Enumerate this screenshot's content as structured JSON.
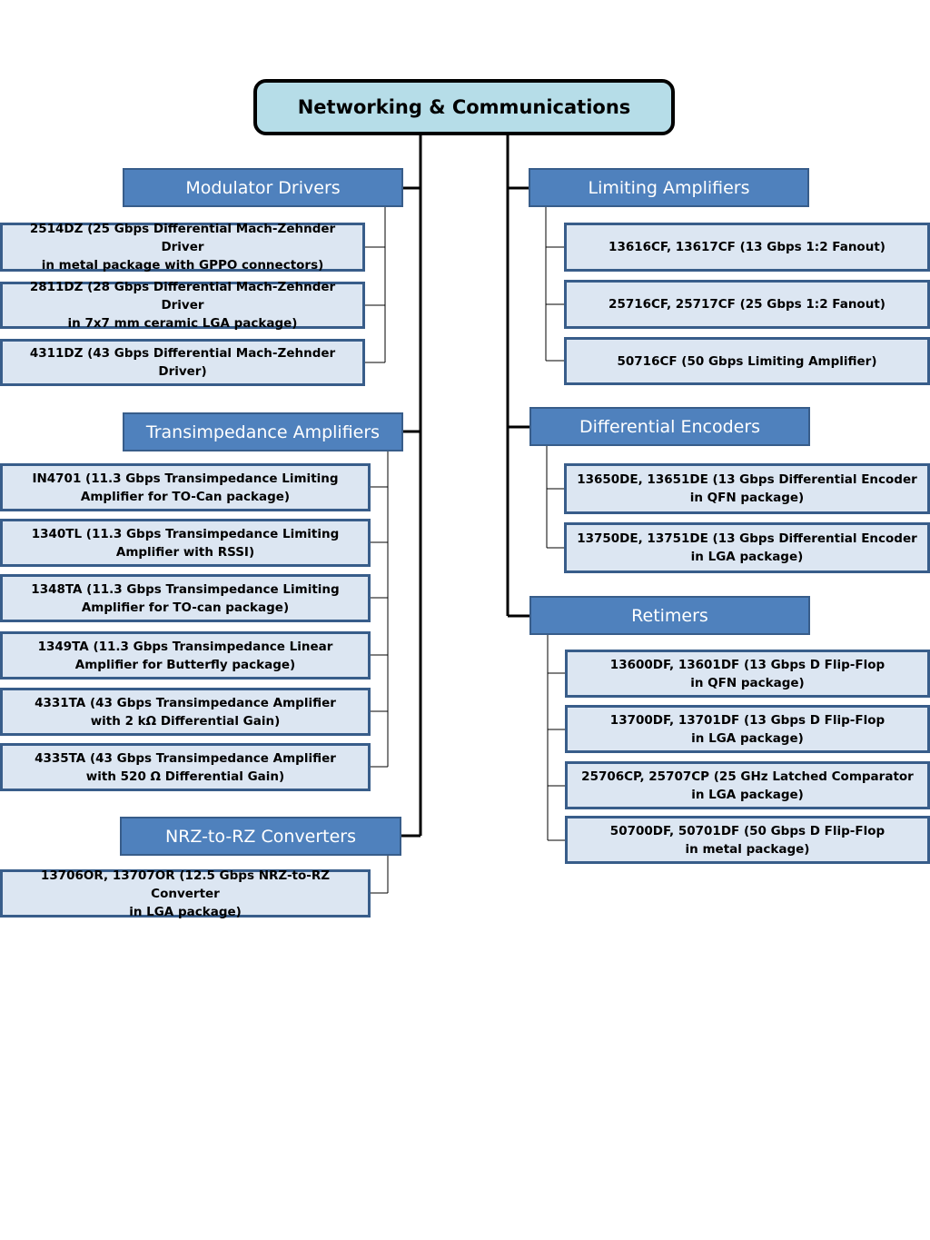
{
  "root": {
    "title": "Networking & Communications"
  },
  "left": [
    {
      "category": "Modulator Drivers",
      "items": [
        "2514DZ (25 Gbps Differential Mach-Zehnder Driver\nin metal package with GPPO connectors)",
        "2811DZ (28 Gbps Differential Mach-Zehnder Driver\nin 7x7 mm ceramic LGA package)",
        "4311DZ (43 Gbps Differential Mach-Zehnder Driver)"
      ]
    },
    {
      "category": "Transimpedance Amplifiers",
      "items": [
        "IN4701 (11.3 Gbps Transimpedance Limiting\nAmplifier for TO-Can package)",
        "1340TL (11.3 Gbps Transimpedance Limiting\nAmplifier with RSSI)",
        "1348TA (11.3 Gbps Transimpedance Limiting\nAmplifier for TO-can package)",
        "1349TA (11.3 Gbps Transimpedance Linear\nAmplifier for Butterfly package)",
        "4331TA (43 Gbps Transimpedance Amplifier\nwith 2 kΩ Differential Gain)",
        "4335TA (43 Gbps Transimpedance Amplifier\nwith 520 Ω Differential Gain)"
      ]
    },
    {
      "category": "NRZ-to-RZ Converters",
      "items": [
        "13706OR, 13707OR (12.5 Gbps NRZ-to-RZ Converter\nin LGA package)"
      ]
    }
  ],
  "right": [
    {
      "category": "Limiting Amplifiers",
      "items": [
        "13616CF, 13617CF (13 Gbps 1:2 Fanout)",
        "25716CF, 25717CF (25 Gbps 1:2 Fanout)",
        "50716CF (50 Gbps Limiting Amplifier)"
      ]
    },
    {
      "category": "Differential Encoders",
      "items": [
        "13650DE, 13651DE (13 Gbps Differential Encoder\nin QFN package)",
        "13750DE, 13751DE (13 Gbps Differential Encoder\nin LGA package)"
      ]
    },
    {
      "category": "Retimers",
      "items": [
        "13600DF, 13601DF (13 Gbps D Flip-Flop\nin QFN package)",
        "13700DF, 13701DF (13 Gbps D Flip-Flop\nin LGA package)",
        "25706CP, 25707CP (25 GHz Latched Comparator\nin LGA package)",
        "50700DF, 50701DF (50 Gbps D Flip-Flop\nin metal package)"
      ]
    }
  ]
}
